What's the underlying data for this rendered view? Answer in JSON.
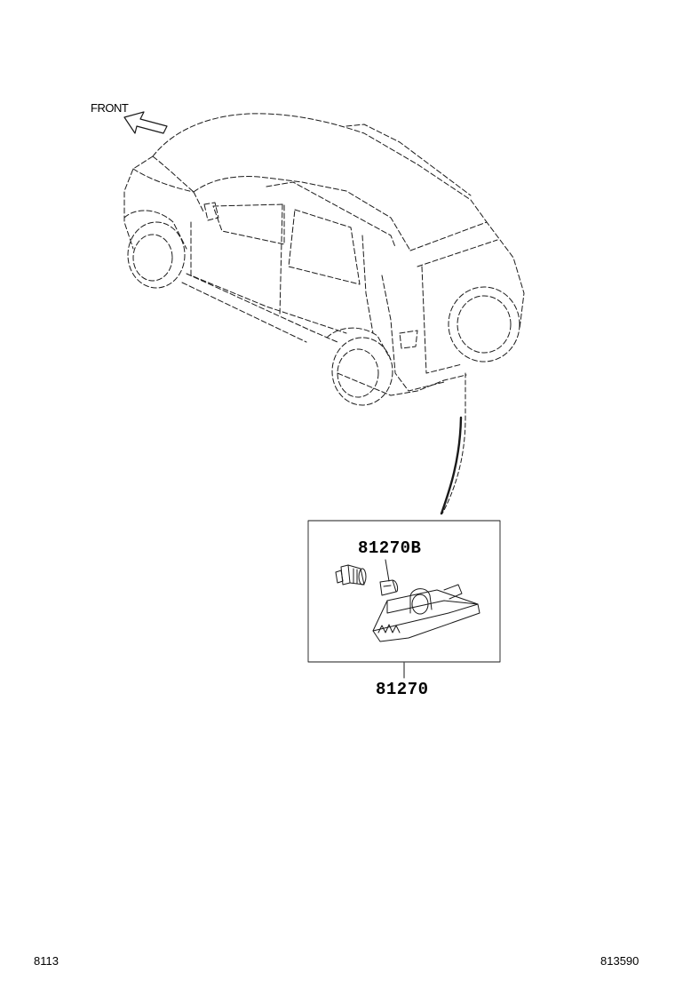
{
  "front_label": "FRONT",
  "part_callouts": {
    "bulb": "81270B",
    "lamp_assembly": "81270"
  },
  "footer": {
    "left_code": "8113",
    "right_code": "813590"
  },
  "colors": {
    "line": "#1a1a1a",
    "background": "#ffffff"
  }
}
